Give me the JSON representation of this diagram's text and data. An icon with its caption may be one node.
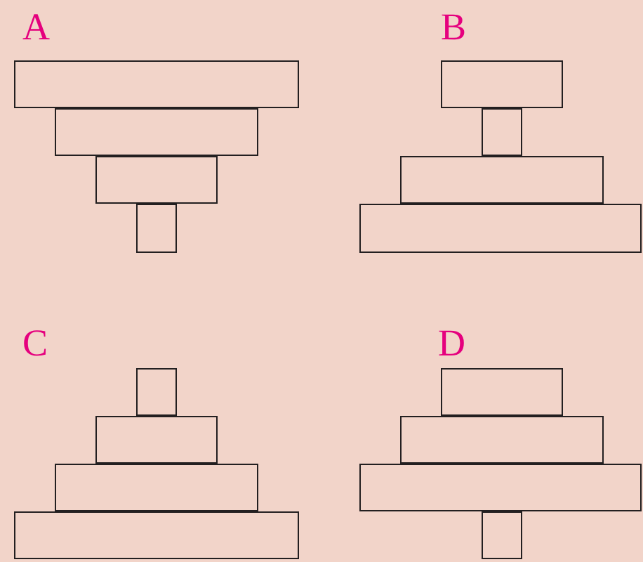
{
  "diagram": {
    "nodes": [
      {
        "text": [],
        "shape": "box"
      },
      {
        "text": [],
        "shape": "box"
      },
      {
        "text": [],
        "shape": "box"
      },
      {
        "text": [],
        "shape": "box"
      },
      {
        "text": [],
        "shape": "box"
      },
      {
        "text": [],
        "shape": "box"
      },
      {
        "text": [],
        "shape": "box"
      },
      {
        "text": [],
        "shape": "box"
      },
      {
        "text": [],
        "shape": "box"
      },
      {
        "text": [],
        "shape": "box"
      },
      {
        "text": [],
        "shape": "box"
      },
      {
        "text": [],
        "shape": "box"
      },
      {
        "text": [],
        "shape": "box"
      },
      {
        "text": [],
        "shape": "box"
      },
      {
        "text": [],
        "shape": "box"
      },
      {
        "text": [],
        "shape": "box"
      }
    ],
    "labels": [
      "A",
      "B",
      "C",
      "D"
    ]
  }
}
